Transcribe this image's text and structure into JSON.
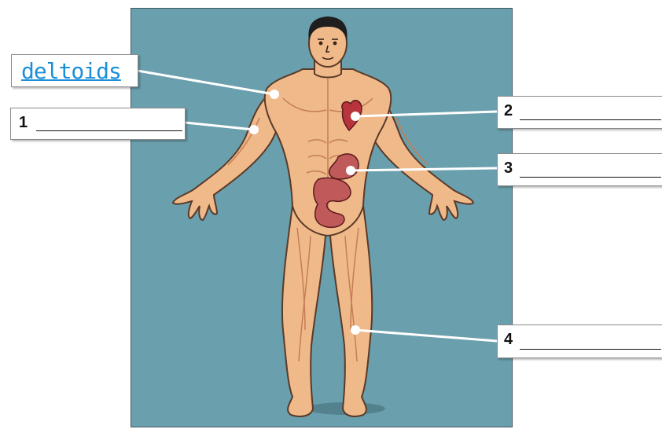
{
  "labels": {
    "answered": {
      "text": "deltoids",
      "color": "#1a8fd8"
    },
    "blank_1": {
      "number": "1"
    },
    "blank_2": {
      "number": "2"
    },
    "blank_3": {
      "number": "3"
    },
    "blank_4": {
      "number": "4"
    }
  },
  "colors": {
    "background_panel": "#6a9fad",
    "skin": "#f0b98a",
    "muscle_lines": "#c47e55",
    "heart": "#b8343c",
    "stomach_intestines": "#c05a5a",
    "hair": "#1e1e1e"
  }
}
